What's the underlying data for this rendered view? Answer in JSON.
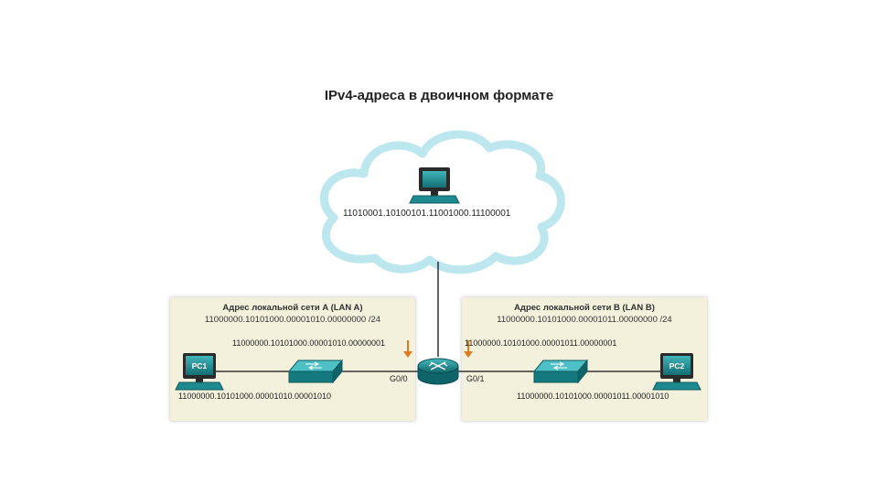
{
  "title": "IPv4-адреса в двоичном формате",
  "cloud": {
    "host_address": "11010001.10100101.11001000.11100001"
  },
  "lan_a": {
    "title": "Адрес локальной сети A (LAN A)",
    "network": "11000000.10101000.00001010.00000000 /24",
    "router_if_address": "11000000.10101000.00001010.00000001",
    "pc_label": "PC1",
    "pc_address": "11000000.10101000.00001010.00001010",
    "interface": "G0/0"
  },
  "lan_b": {
    "title": "Адрес локальной сети B (LAN B)",
    "network": "11000000.10101000.00001011.00000000 /24",
    "router_if_address": "11000000.10101000.00001011.00000001",
    "pc_label": "PC2",
    "pc_address": "11000000.10101000.00001011.00001010",
    "interface": "G0/1"
  },
  "colors": {
    "device_teal": "#1d8a8f",
    "arrow_orange": "#e07a1f",
    "lan_bg": "#f3f0dc",
    "link": "#111111"
  }
}
